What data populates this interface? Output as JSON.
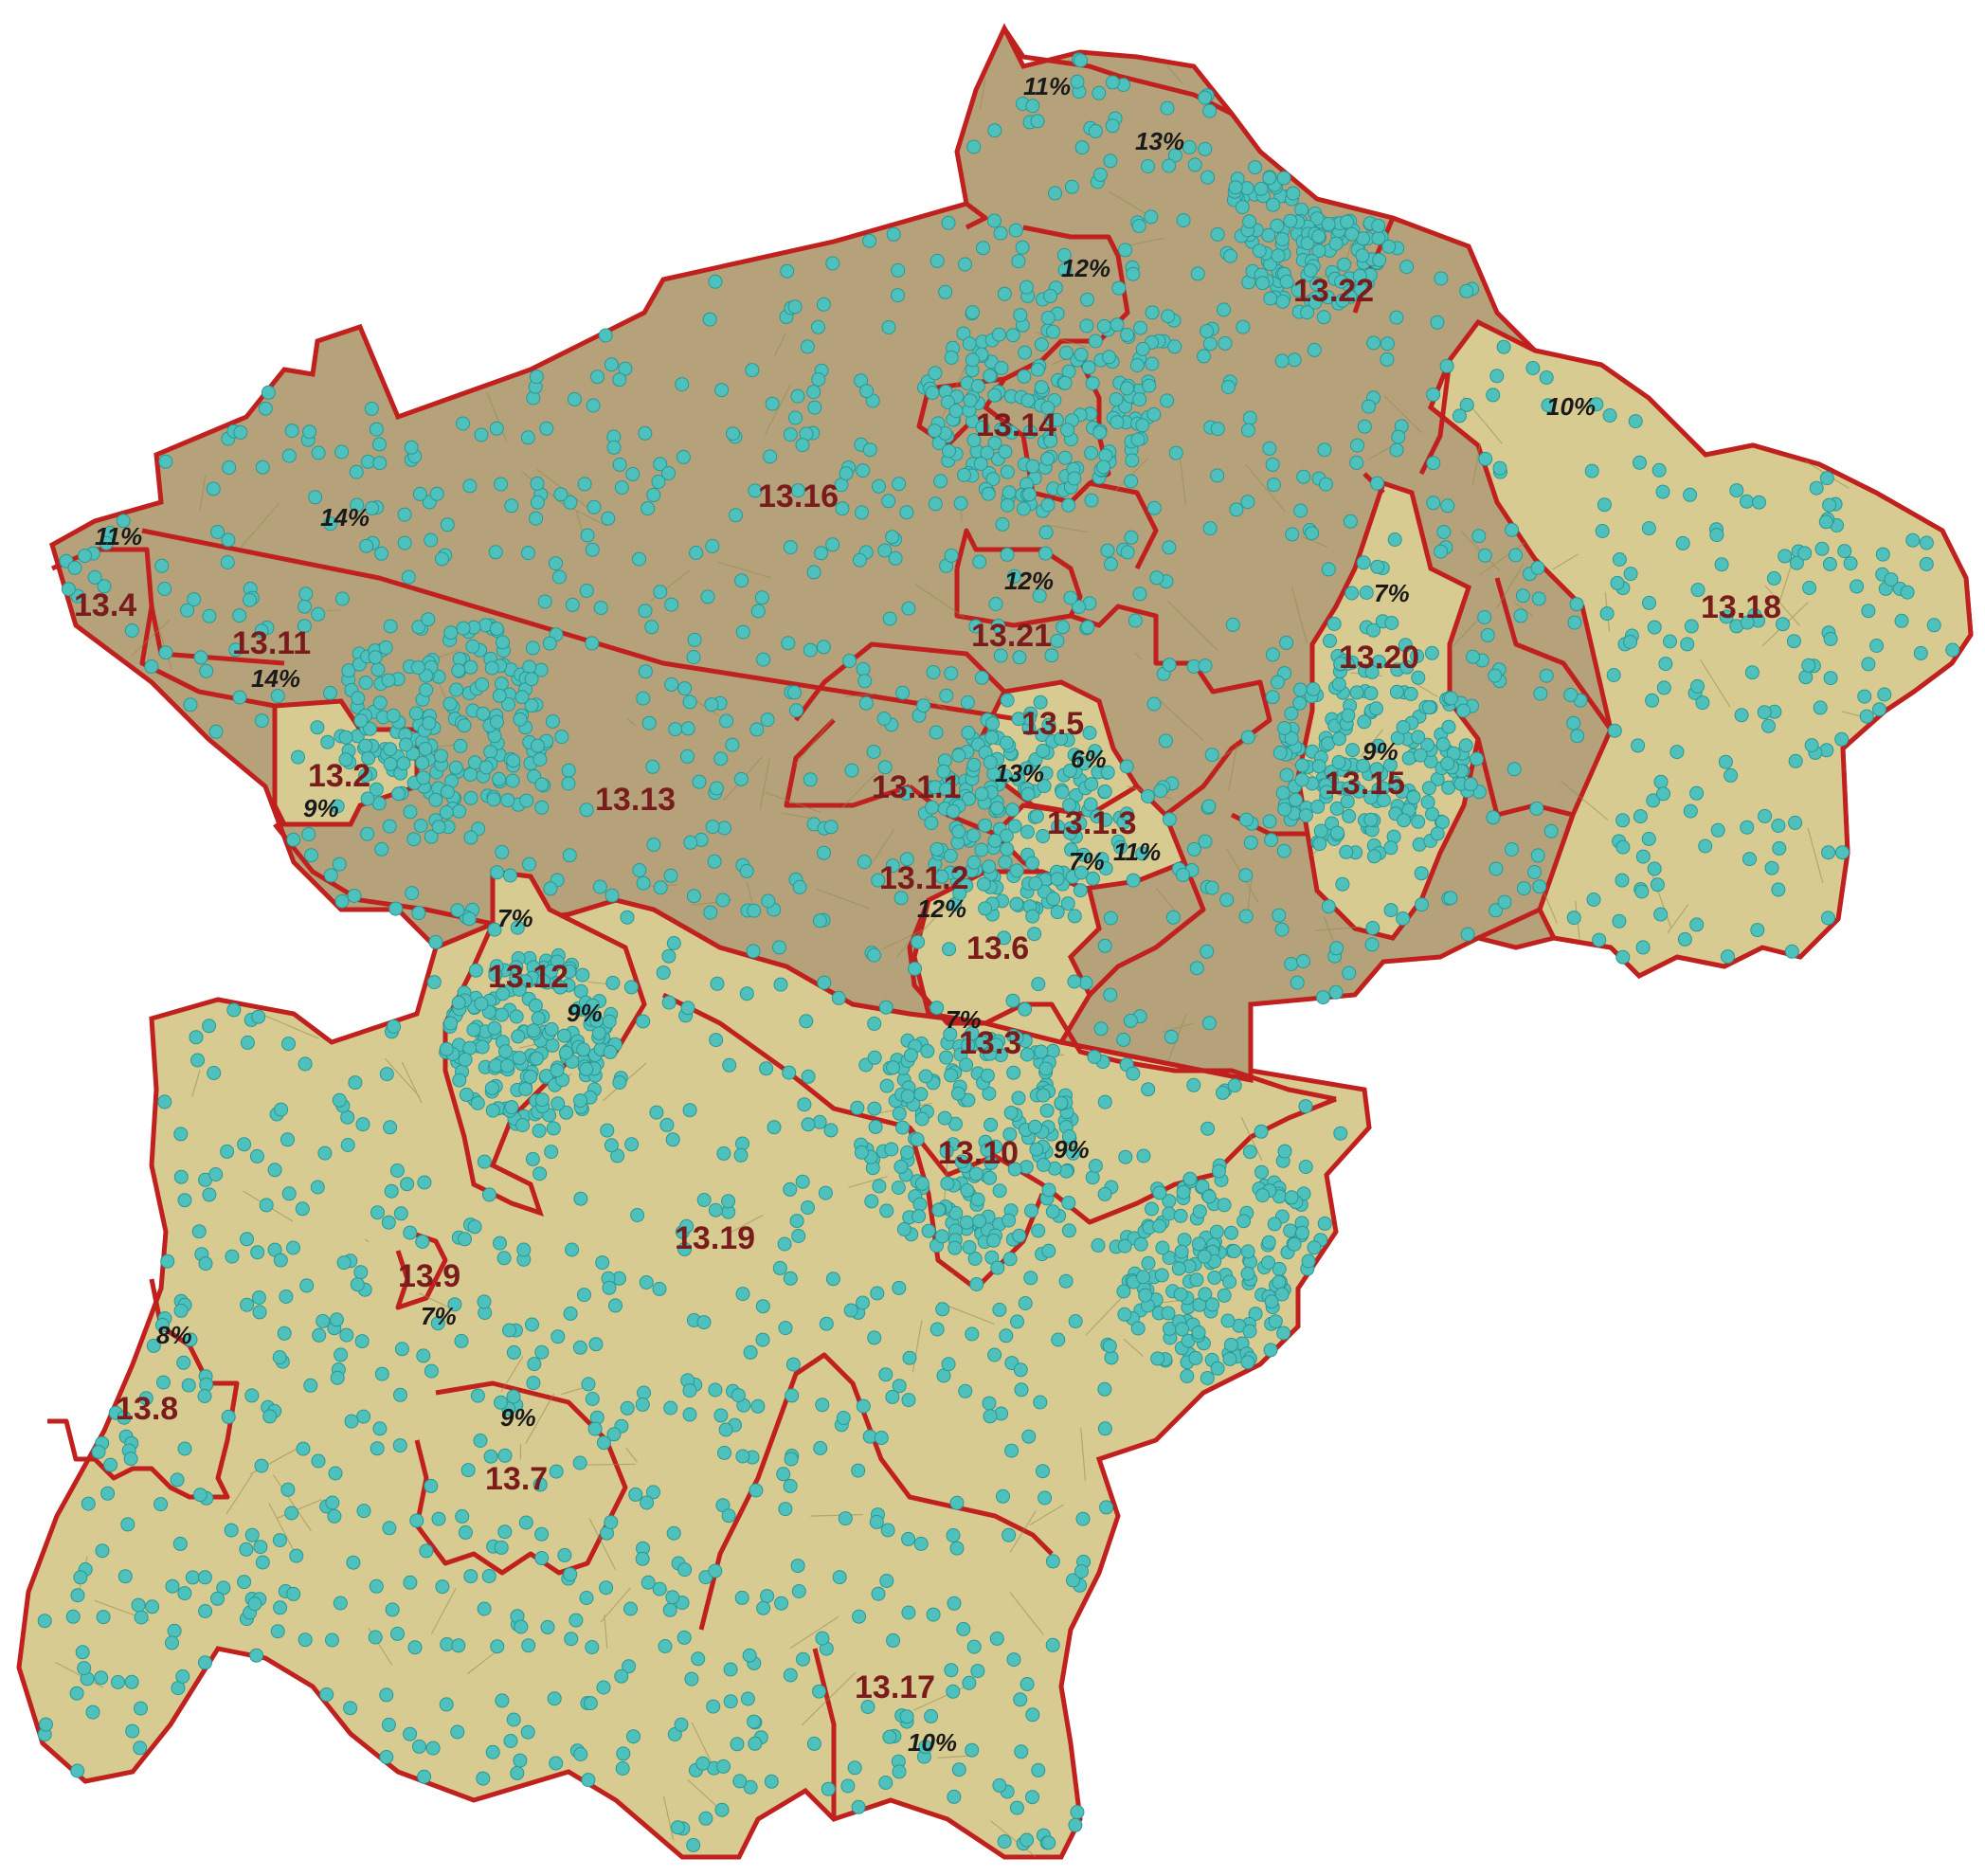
{
  "map": {
    "colors": {
      "background": "#ffffff",
      "upper_zone_fill": "#b5a27b",
      "lower_zone_fill": "#d8cb91",
      "boundary_stroke": "#c0201e",
      "inner_line": "#8e8a52",
      "point_fill": "#4fc1bd",
      "point_stroke": "#2a9792",
      "zone_label": "#7a1c1c",
      "pct_label": "#1a1a1a"
    },
    "zones": [
      {
        "id": "13.4",
        "pct": "11%"
      },
      {
        "id": "13.11",
        "pct": "14%"
      },
      {
        "id": "13.2",
        "pct": "9%"
      },
      {
        "id": "13.16",
        "pct": "14%"
      },
      {
        "id": "13.13",
        "pct": ""
      },
      {
        "id": "13.14",
        "pct": "12%"
      },
      {
        "id": "13.22",
        "pct": "13%"
      },
      {
        "id": "13.21",
        "pct": "12%"
      },
      {
        "id": "13.5",
        "pct": "6%"
      },
      {
        "id": "13.1.1",
        "pct": "13%"
      },
      {
        "id": "13.1.3",
        "pct": "11%"
      },
      {
        "id": "13.1.2",
        "pct": "12%"
      },
      {
        "id": "13.6",
        "pct": "7%"
      },
      {
        "id": "13.3",
        "pct": "7%"
      },
      {
        "id": "13.12",
        "pct": "7%"
      },
      {
        "id": "13.20",
        "pct": "7%"
      },
      {
        "id": "13.15",
        "pct": "9%"
      },
      {
        "id": "13.18",
        "pct": "10%"
      },
      {
        "id": "13.10",
        "pct": "9%"
      },
      {
        "id": "13.19",
        "pct": "9%"
      },
      {
        "id": "13.9",
        "pct": "7%"
      },
      {
        "id": "13.8",
        "pct": "8%"
      },
      {
        "id": "13.7",
        "pct": "9%"
      },
      {
        "id": "13.17",
        "pct": "10%"
      }
    ],
    "extra_pct_labels": [
      "11%"
    ]
  }
}
